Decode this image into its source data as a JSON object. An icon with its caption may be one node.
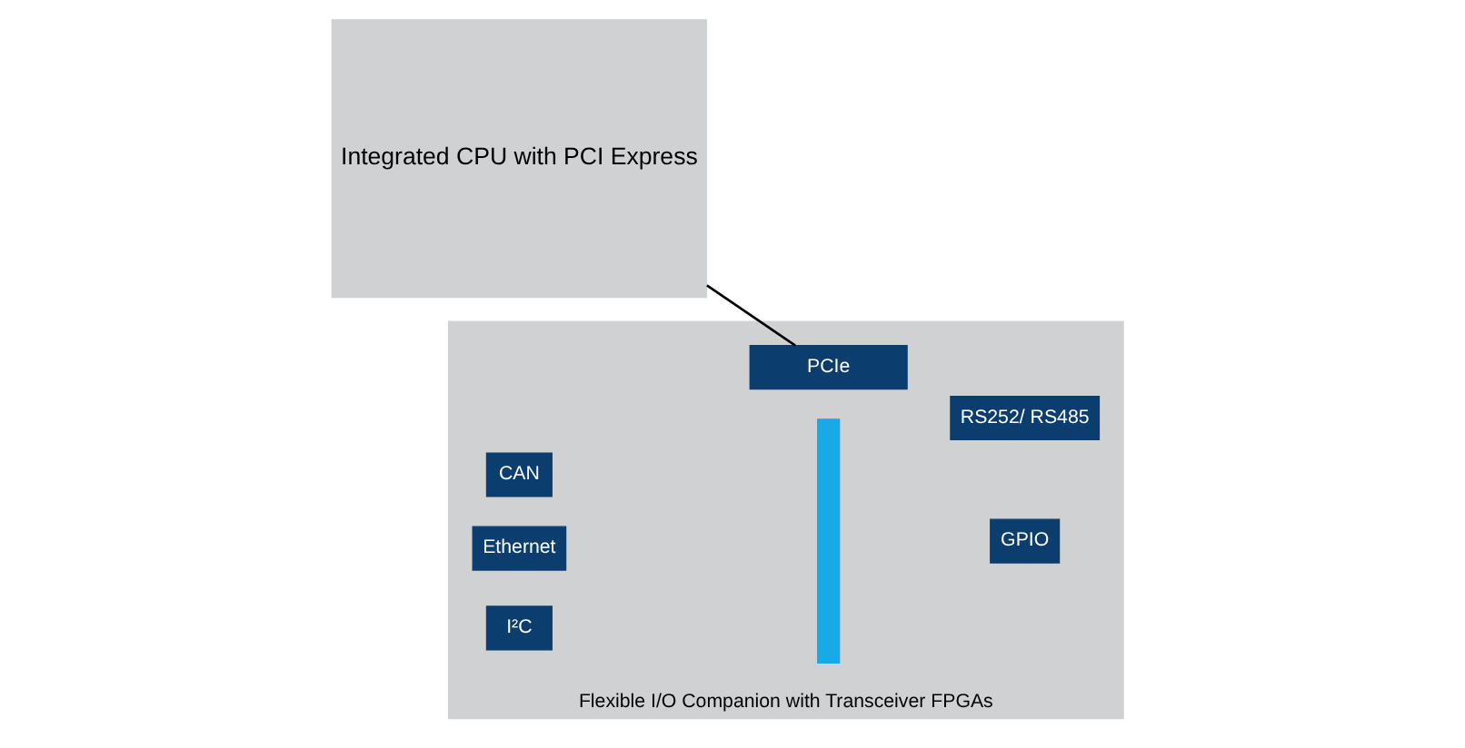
{
  "diagram": {
    "nodes": [
      {
        "text": [
          "Integrated CPU with PCI Express"
        ]
      },
      {
        "text": [],
        "shape": "box",
        "beside": [
          "Flexible I/O Companion with Transceiver FPGAs"
        ]
      },
      {
        "text": [
          "PCIe"
        ],
        "in": 1
      },
      {
        "text": [],
        "shape": "bar",
        "in": 1
      },
      {
        "text": [
          "CAN"
        ],
        "in": 1
      },
      {
        "text": [
          "RS252/ RS485"
        ],
        "in": 1
      },
      {
        "text": [
          "Ethernet"
        ],
        "in": 1
      },
      {
        "text": [
          "GPIO"
        ],
        "in": 1
      },
      {
        "text": [
          "I²C"
        ],
        "in": 1
      }
    ],
    "edges": [
      {
        "from": 0,
        "to": 2,
        "arrow": "none"
      }
    ]
  }
}
